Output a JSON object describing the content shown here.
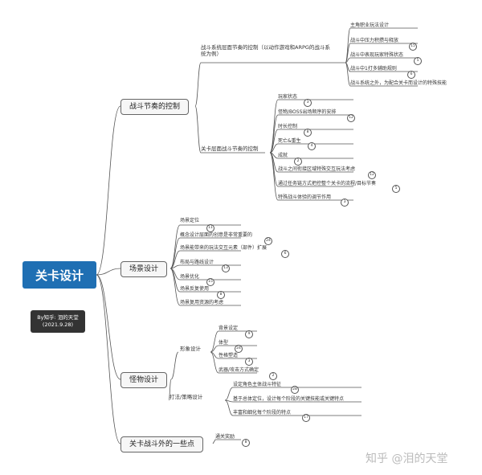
{
  "root": {
    "label": "关卡设计"
  },
  "author": {
    "line1": "By知乎: 泪的天堂",
    "line2": "(2021.9.28)"
  },
  "watermark": "知乎 @泪的天堂",
  "branches": [
    {
      "label": "战斗节奏的控制",
      "subs": [
        {
          "label_line1": "战斗系统层面节奏的控制（以动作游戏和ARPG的战斗系",
          "label_line2": "统为例）",
          "leaves": [
            {
              "text": "主角职业玩法设计",
              "badge": ""
            },
            {
              "text": "战斗中压力积攒与释放",
              "badge": "15"
            },
            {
              "text": "战斗中表现玩家特殊状态",
              "badge": "5"
            },
            {
              "text": "战斗中1打多辅助规则",
              "badge": "6"
            },
            {
              "text": "战斗系统之外，为配合关卡而设计的特殊技能",
              "badge": ""
            }
          ]
        },
        {
          "label_line1": "关卡层面战斗节奏的控制",
          "label_line2": "",
          "leaves": [
            {
              "text": "玩家状态",
              "badge": "3"
            },
            {
              "text": "怪物/BOSS出场顺序的安排",
              "badge": "12"
            },
            {
              "text": "时长控制",
              "badge": "8"
            },
            {
              "text": "死亡&重生",
              "badge": "4"
            },
            {
              "text": "成就",
              "badge": "2"
            },
            {
              "text": "战斗之间衔接区域特殊交互玩法考虑",
              "badge": "12"
            },
            {
              "text": "通过任务链方式把控整个关卡的流程/目标节奏",
              "badge": "5"
            },
            {
              "text": "特殊战斗体验的调节作用",
              "badge": "3"
            }
          ]
        }
      ]
    },
    {
      "label": "场景设计",
      "subs": [
        {
          "label_line1": "",
          "label_line2": "",
          "leaves": [
            {
              "text": "场景定位",
              "badge": "11"
            },
            {
              "text": "概念设计层面的创意是非常重要的",
              "badge": "24"
            },
            {
              "text": "场景能带来的玩法交互元素（部件）扩展",
              "badge": "6"
            },
            {
              "text": "布局与路线设计",
              "badge": "13"
            },
            {
              "text": "场景优化",
              "badge": "15"
            },
            {
              "text": "场景反复使用",
              "badge": "8"
            },
            {
              "text": "场景复用资源的考虑",
              "badge": ""
            }
          ]
        }
      ]
    },
    {
      "label": "怪物设计",
      "subs": [
        {
          "label_line1": "形象设计",
          "label_line2": "",
          "leaves": [
            {
              "text": "背景设定",
              "badge": "9"
            },
            {
              "text": "体型",
              "badge": "24"
            },
            {
              "text": "性格塑造",
              "badge": "3"
            },
            {
              "text": "武器/攻击方式确定",
              "badge": "2"
            }
          ]
        },
        {
          "label_line1": "打法/策略设计",
          "label_line2": "",
          "leaves": [
            {
              "text": "设定角色主体战斗特征",
              "badge": "28"
            },
            {
              "text": "基于总体定位，设计每个阶段的关键技能或关键特点",
              "badge": ""
            },
            {
              "text": "丰富和细化每个阶段的特点",
              "badge": "17"
            }
          ]
        }
      ]
    },
    {
      "label": "关卡战斗外的一些点",
      "subs": [
        {
          "label_line1": "",
          "label_line2": "",
          "leaves": [
            {
              "text": "通关奖励",
              "badge": "8"
            }
          ]
        }
      ]
    }
  ]
}
